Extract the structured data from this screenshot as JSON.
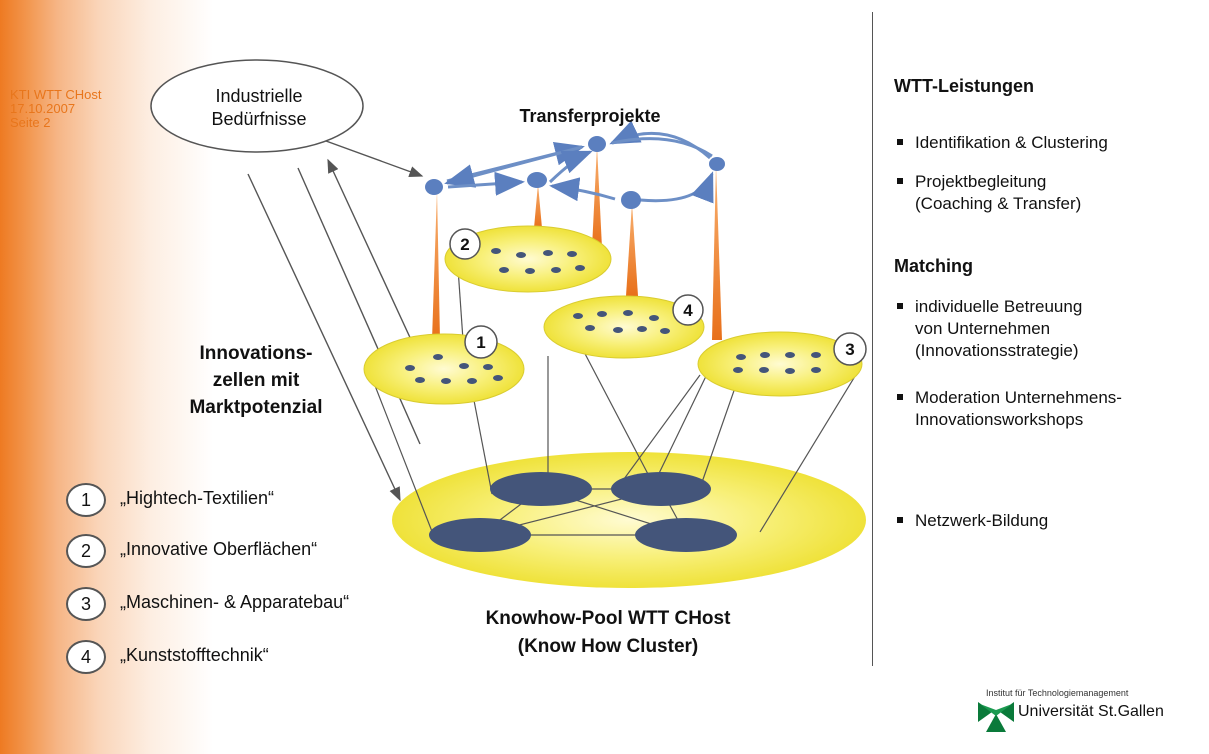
{
  "meta": {
    "line1": "KTI WTT CHost",
    "line2": "17.10.2007",
    "line3": "Seite 2"
  },
  "diagram": {
    "industrial_needs": [
      "Industrielle",
      "Bedürfnisse"
    ],
    "transfer_projects": "Transferprojekte",
    "innovation_cells": [
      "Innovations-",
      "zellen mit",
      "Marktpotenzial"
    ],
    "knowhow_pool": [
      "Knowhow-Pool WTT CHost",
      "(Know How Cluster)"
    ],
    "cell_numbers": [
      "1",
      "2",
      "3",
      "4"
    ]
  },
  "legend": [
    {
      "number": "1",
      "label": "„Hightech-Textilien“"
    },
    {
      "number": "2",
      "label": "„Innovative Oberflächen“"
    },
    {
      "number": "3",
      "label": "„Maschinen- & Apparatebau“"
    },
    {
      "number": "4",
      "label": "„Kunststofftechnik“"
    }
  ],
  "services": {
    "heading1": "WTT-Leistungen",
    "item1": "Identifikation & Clustering",
    "item2a": "Projektbegleitung",
    "item2b": "(Coaching & Transfer)",
    "heading2": "Matching",
    "item3a": "individuelle Betreuung",
    "item3b": "von Unternehmen",
    "item3c": "(Innovationsstrategie)",
    "item4a": "Moderation Unternehmens-",
    "item4b": "Innovationsworkshops",
    "item5": "Netzwerk-Bildung"
  },
  "logo": {
    "caption": "Institut für Technologiemanagement",
    "name": "Universität St.Gallen"
  },
  "colors": {
    "accent_orange": "#e8761c",
    "node_blue": "#5b7fbf",
    "pool_blue": "#44557a",
    "cell_yellow": "#f4ec52"
  }
}
